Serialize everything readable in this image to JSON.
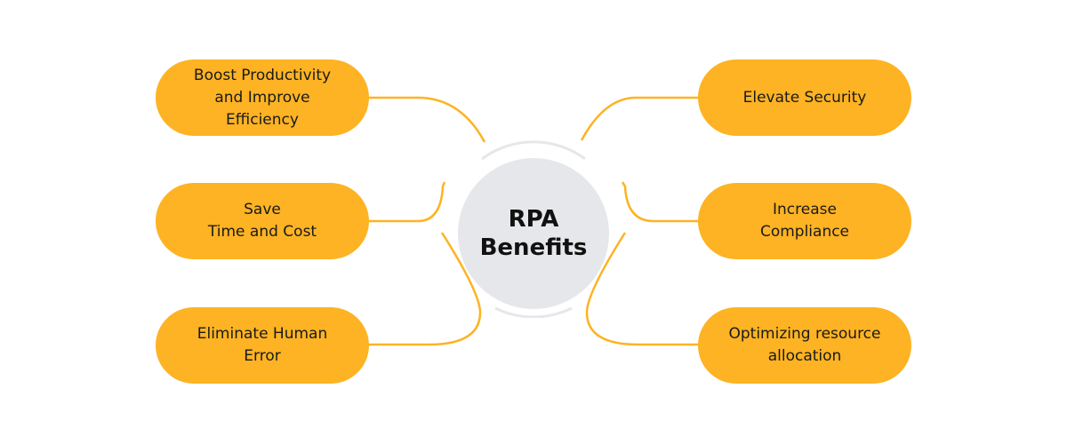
{
  "colors": {
    "pill_fill": "#FDB323",
    "connector": "#FDB323",
    "center_fill": "#E6E7EA",
    "ring": "#E6E7EA",
    "text": "#1a1a1a"
  },
  "center": {
    "label": "RPA\nBenefits"
  },
  "benefits": {
    "left": [
      {
        "label": "Boost Productivity\nand Improve\nEfficiency"
      },
      {
        "label": "Save\nTime and Cost"
      },
      {
        "label": "Eliminate Human\nError"
      }
    ],
    "right": [
      {
        "label": "Elevate Security"
      },
      {
        "label": "Increase\nCompliance"
      },
      {
        "label": "Optimizing resource\nallocation"
      }
    ]
  }
}
